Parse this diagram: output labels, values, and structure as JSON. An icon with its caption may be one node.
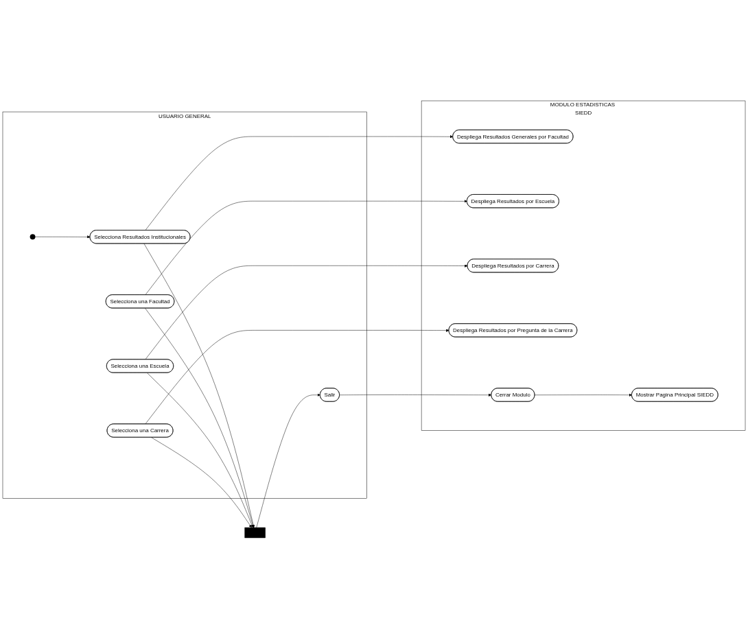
{
  "diagram": {
    "nodes": [
      {
        "text": [
          "USUARIO GENERAL"
        ]
      },
      {
        "text": [
          "MODULO ESTADISTICAS SIEDD"
        ]
      },
      {
        "text": [],
        "shape": "circle",
        "in": 0
      },
      {
        "text": [
          "Selecciona Resultados Institucionales"
        ],
        "in": 0
      },
      {
        "text": [
          "Despliega Resultados Generales por Facultad"
        ],
        "in": 1
      },
      {
        "text": [
          "Selecciona una Facultad"
        ],
        "in": 0
      },
      {
        "text": [
          "Despliega Resultados por Escuela"
        ],
        "in": 1
      },
      {
        "text": [
          "Selecciona una Escuela"
        ],
        "in": 0
      },
      {
        "text": [
          "Despliega Resultados por Carrera"
        ],
        "in": 1
      },
      {
        "text": [
          "Selecciona una Carrera"
        ],
        "in": 0
      },
      {
        "text": [
          "Despliega Resultados por Pregunta de la Carrera"
        ],
        "in": 1
      },
      {
        "text": [],
        "shape": "bar"
      },
      {
        "text": [
          "Salir"
        ],
        "in": 0
      },
      {
        "text": [
          "Cerrar Modulo"
        ],
        "in": 1
      },
      {
        "text": [
          "Mostrar Pagina Principal SIEDD"
        ],
        "in": 1
      }
    ],
    "edges": [
      {
        "from": 2,
        "to": 3,
        "arrow": "to"
      },
      {
        "from": 3,
        "to": 4,
        "arrow": "to"
      },
      {
        "from": 5,
        "to": 6,
        "arrow": "to"
      },
      {
        "from": 7,
        "to": 8,
        "arrow": "to"
      },
      {
        "from": 9,
        "to": 10,
        "arrow": "to"
      },
      {
        "from": 3,
        "to": 11,
        "arrow": "to"
      },
      {
        "from": 5,
        "to": 11,
        "arrow": "to"
      },
      {
        "from": 7,
        "to": 11,
        "arrow": "to"
      },
      {
        "from": 9,
        "to": 11,
        "arrow": "to"
      },
      {
        "from": 11,
        "to": 12,
        "arrow": "to"
      },
      {
        "from": 12,
        "to": 13,
        "arrow": "to"
      },
      {
        "from": 13,
        "to": 14,
        "arrow": "to"
      }
    ]
  }
}
